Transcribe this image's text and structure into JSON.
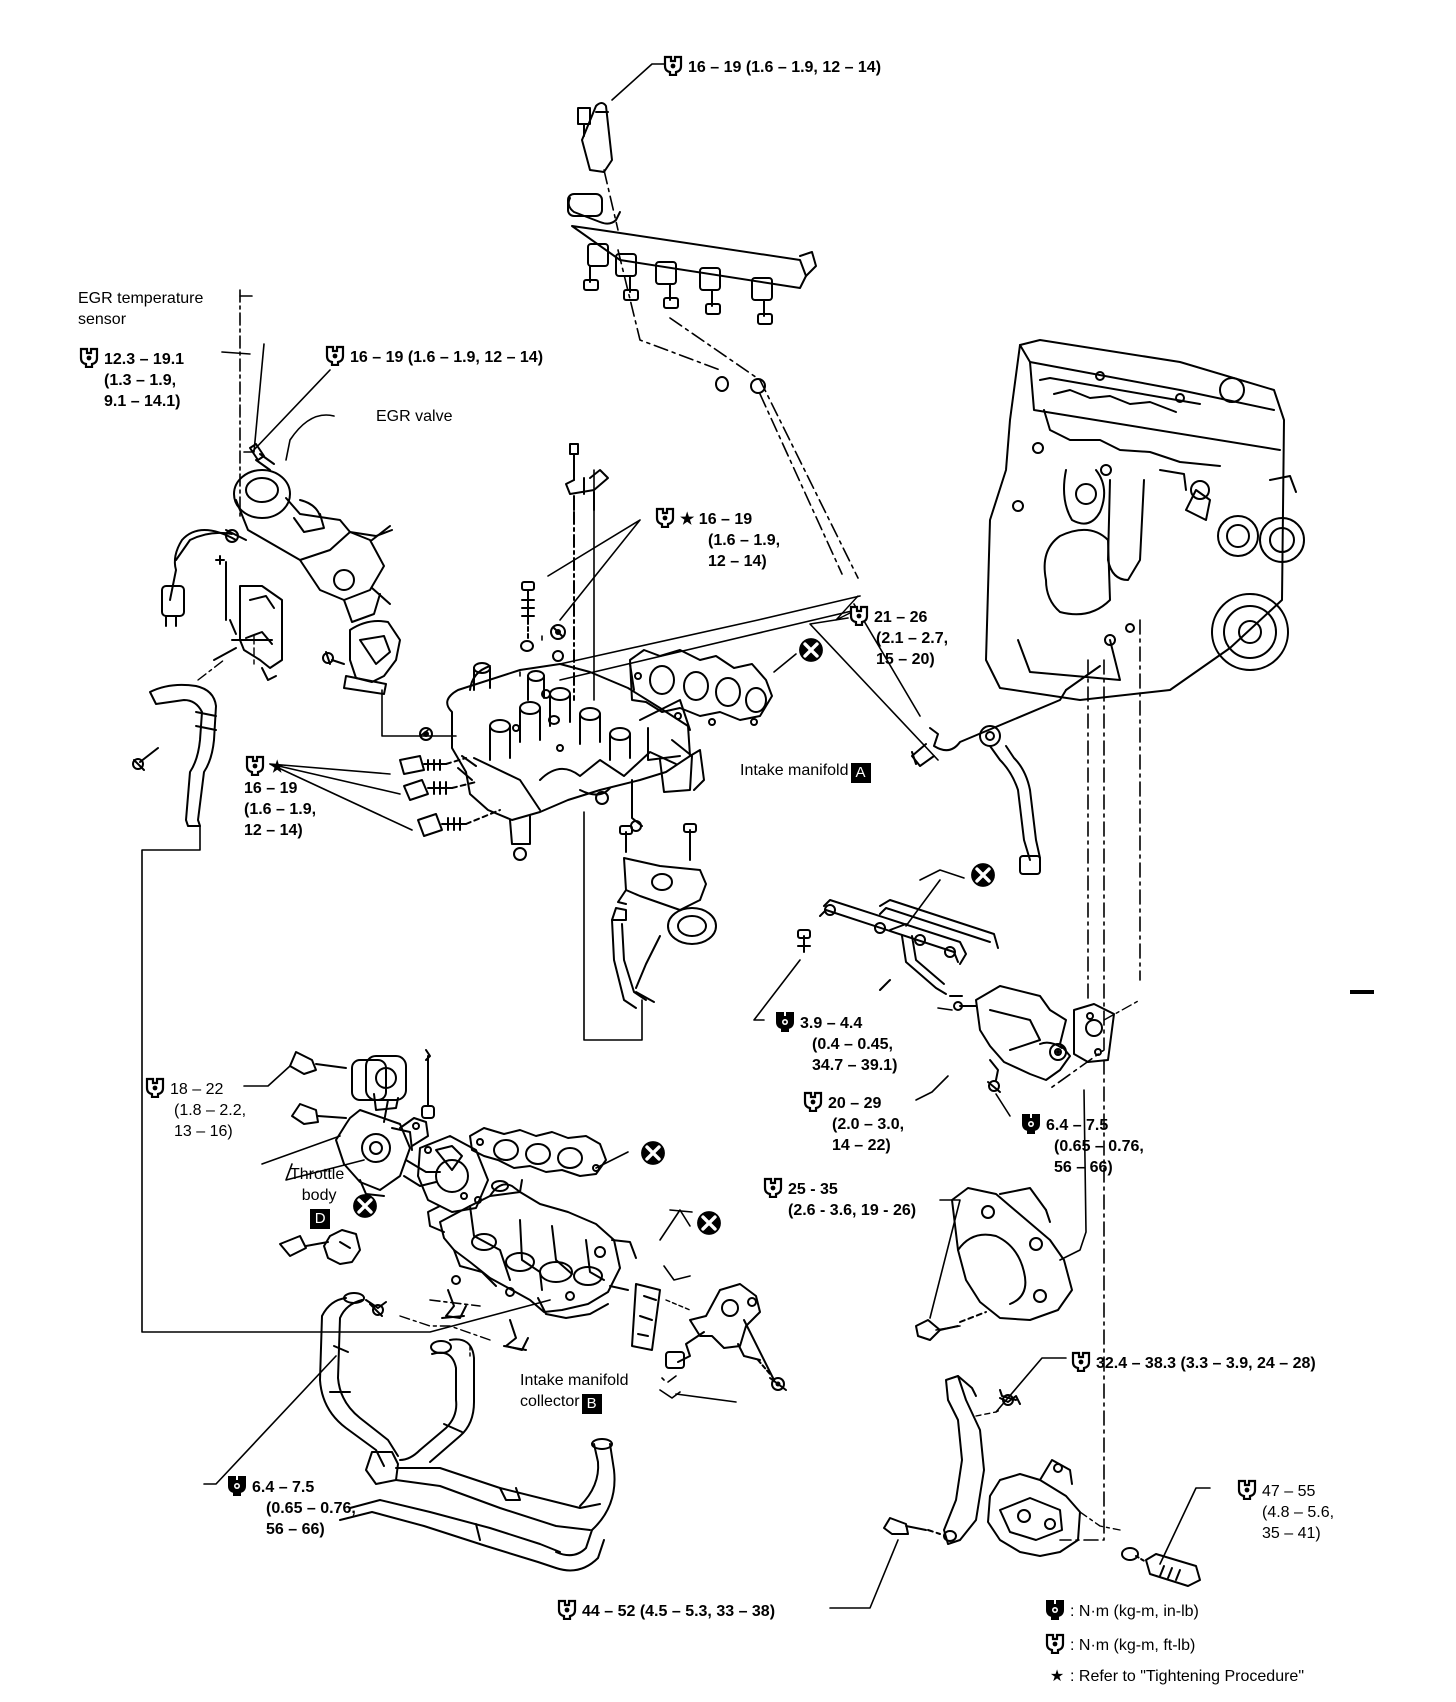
{
  "labels": {
    "top_torque": "16 – 19 (1.6 – 1.9, 12 – 14)",
    "egr_sensor": {
      "line1": "EGR temperature",
      "line2": "sensor"
    },
    "egr_sensor_torque": {
      "line1": "12.3 – 19.1",
      "line2": "(1.3 – 1.9,",
      "line3": "9.1 – 14.1)"
    },
    "egr_valve_torque": "16 – 19 (1.6 – 1.9, 12 – 14)",
    "egr_valve": "EGR valve",
    "star_torque_mid": {
      "star": "★",
      "line1": "16 – 19",
      "line2": "(1.6 – 1.9,",
      "line3": "12 – 14)"
    },
    "bracket_torque": {
      "line1": "21 – 26",
      "line2": "(2.1 – 2.7,",
      "line3": "15 – 20)"
    },
    "star_torque_left": {
      "star": "★",
      "line1": "16 – 19",
      "line2": "(1.6 – 1.9,",
      "line3": "12 – 14)"
    },
    "intake_manifold": {
      "text": "Intake manifold",
      "letter": "A"
    },
    "torque_39": {
      "line1": "3.9 – 4.4",
      "line2": "(0.4 – 0.45,",
      "line3": "34.7 – 39.1)"
    },
    "torque_20": {
      "line1": "20 – 29",
      "line2": "(2.0 – 3.0,",
      "line3": "14 – 22)"
    },
    "torque_64_right": {
      "line1": "6.4 – 7.5",
      "line2": "(0.65 – 0.76,",
      "line3": "56 – 66)"
    },
    "torque_18": {
      "line1": "18 – 22",
      "line2": "(1.8 – 2.2,",
      "line3": "13 – 16)"
    },
    "throttle": {
      "line1": "Throttle",
      "line2": "body",
      "letter": "D"
    },
    "torque_25": {
      "line1": "25 - 35",
      "line2": "(2.6 - 3.6, 19 - 26)"
    },
    "collector": {
      "line1": "Intake manifold",
      "line2": "collector",
      "letter": "B"
    },
    "torque_32": "32.4 – 38.3 (3.3 – 3.9, 24 – 28)",
    "torque_64_left": {
      "line1": "6.4 – 7.5",
      "line2": "(0.65 – 0.76,",
      "line3": "56 – 66)"
    },
    "torque_47": {
      "line1": "47 – 55",
      "line2": "(4.8 – 5.6,",
      "line3": "35 – 41)"
    },
    "torque_44": "44 – 52 (4.5 – 5.3, 33 – 38)"
  },
  "legend": {
    "inlb": ": N·m (kg-m, in-lb)",
    "ftlb": ": N·m (kg-m, ft-lb)",
    "star_symbol": "★",
    "star_note": ": Refer to \"Tightening Procedure\""
  },
  "icons": {
    "ftlb": "torque-wrench-outline-icon",
    "inlb": "torque-wrench-filled-icon",
    "replace": "replace-part-x-icon"
  }
}
